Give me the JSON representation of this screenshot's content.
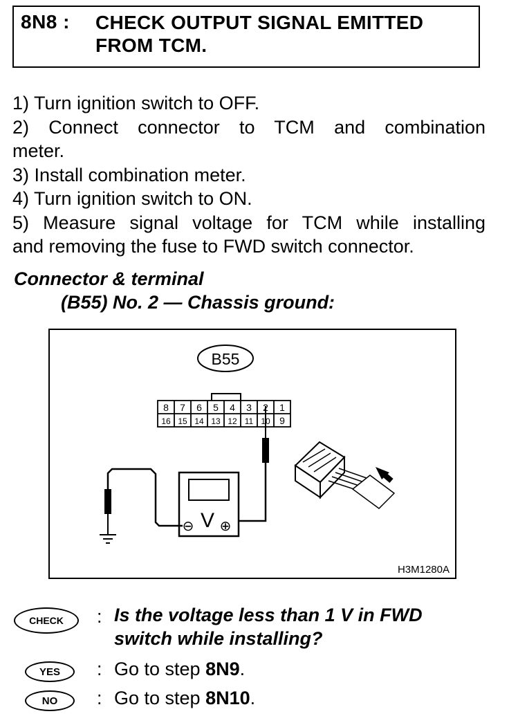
{
  "header": {
    "step_id": "8N8 :",
    "title_line1": "CHECK OUTPUT SIGNAL EMITTED",
    "title_line2": "FROM TCM."
  },
  "steps": [
    "1)  Turn ignition switch to OFF.",
    "2)  Connect  connector  to  TCM  and  combination",
    "meter.",
    "3)  Install combination meter.",
    "4)  Turn ignition switch to ON.",
    "5)  Measure signal voltage for TCM while installing",
    "and removing the fuse to FWD switch connector."
  ],
  "connector": {
    "title": "Connector & terminal",
    "subtitle": "(B55) No. 2 — Chassis ground:"
  },
  "diagram": {
    "connector_label": "B55",
    "top_row": [
      "8",
      "7",
      "6",
      "5",
      "4",
      "3",
      "2",
      "1"
    ],
    "bottom_row": [
      "16",
      "15",
      "14",
      "13",
      "12",
      "11",
      "10",
      "9"
    ],
    "meter_symbol": "V",
    "minus_symbol": "⊖",
    "plus_symbol": "⊕",
    "figure_code": "H3M1280A"
  },
  "check": {
    "badge": "CHECK",
    "colon": ":",
    "question_line1": "Is the voltage less than 1 V in FWD",
    "question_line2": "switch while installing?"
  },
  "yes": {
    "badge": "YES",
    "colon": ":",
    "prefix": "Go to step ",
    "target": "8N9",
    "suffix": "."
  },
  "no": {
    "badge": "NO",
    "colon": ":",
    "prefix": "Go to step ",
    "target": "8N10",
    "suffix": "."
  }
}
